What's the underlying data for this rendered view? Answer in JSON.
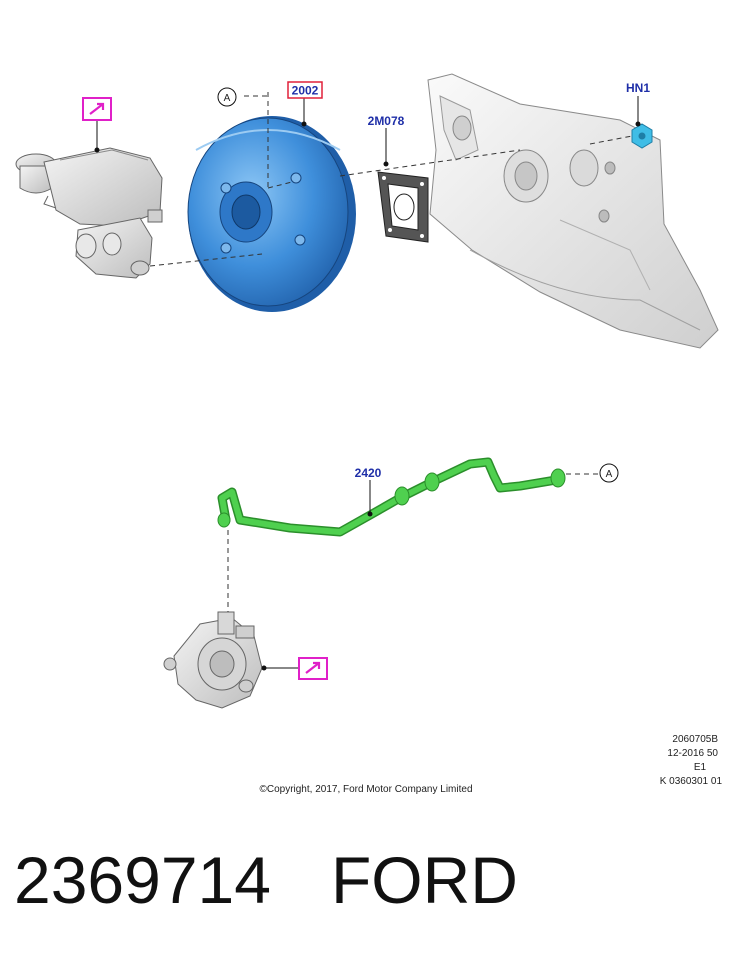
{
  "diagram": {
    "callouts": {
      "booster": "2002",
      "gasket": "2M078",
      "nut": "HN1",
      "hose": "2420"
    },
    "ref_marker": "A",
    "meta_lines": [
      "2060705B",
      "12-2016 50",
      "E1",
      "K 0360301 01"
    ],
    "copyright": "©Copyright, 2017, Ford Motor Company Limited"
  },
  "caption": {
    "part_number": "2369714",
    "brand": "FORD"
  },
  "colors": {
    "booster": "#3f8fdb",
    "hose": "#4fd04f",
    "callout_text": "#1f2fa8",
    "booster_frame": "#e0203a",
    "repair_icon": "#e020c8",
    "nut": "#3fbde6",
    "part_grey": "#d9d9d9"
  }
}
